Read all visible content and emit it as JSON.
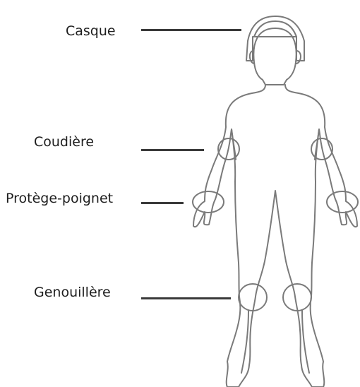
{
  "labels": {
    "helmet": "Casque",
    "elbow": "Coudière",
    "wrist": "Protège-poignet",
    "knee": "Genouillère"
  },
  "colors": {
    "outline": "#7a7a7a",
    "leader": "#3a3a3a",
    "text": "#1e1e1e",
    "background": "#ffffff"
  }
}
